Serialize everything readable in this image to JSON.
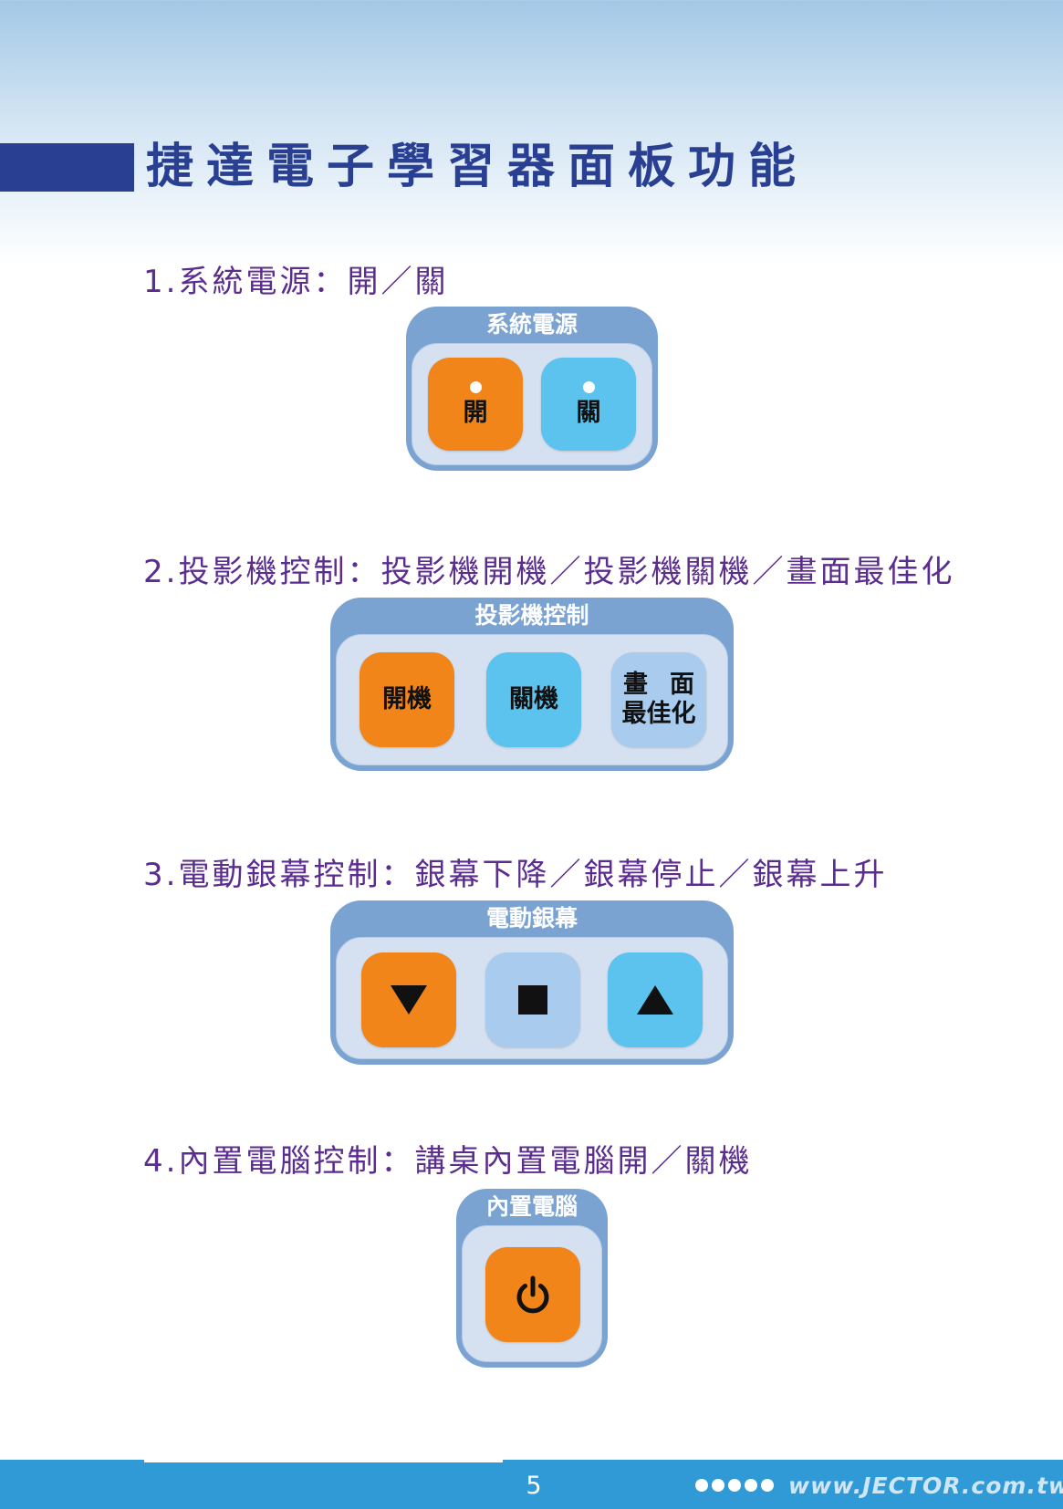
{
  "title": "捷達電子學習器面板功能",
  "sections": [
    {
      "heading": "1.系統電源：開／關",
      "panel_label": "系統電源",
      "buttons": [
        {
          "label": "開",
          "color": "#f18519"
        },
        {
          "label": "關",
          "color": "#5cc2ee"
        }
      ]
    },
    {
      "heading": "2.投影機控制：投影機開機／投影機關機／畫面最佳化",
      "panel_label": "投影機控制",
      "buttons": [
        {
          "label": "開機",
          "color": "#f18519"
        },
        {
          "label": "關機",
          "color": "#5cc2ee"
        },
        {
          "label_line1": "畫面",
          "label_line2": "最佳化",
          "color": "#a9cbed"
        }
      ]
    },
    {
      "heading": "3.電動銀幕控制：銀幕下降／銀幕停止／銀幕上升",
      "panel_label": "電動銀幕",
      "buttons": [
        {
          "icon": "down-triangle-icon",
          "color": "#f18519"
        },
        {
          "icon": "stop-square-icon",
          "color": "#a9cbed"
        },
        {
          "icon": "up-triangle-icon",
          "color": "#5cc2ee"
        }
      ]
    },
    {
      "heading": "4.內置電腦控制：講桌內置電腦開／關機",
      "panel_label": "內置電腦",
      "buttons": [
        {
          "icon": "power-icon",
          "color": "#f18519"
        }
      ]
    }
  ],
  "footer": {
    "page_number": "5",
    "website": "www.JECTOR.com.tw"
  },
  "colors": {
    "title": "#283f92",
    "heading": "#5b2d8e",
    "panel_frame": "#7ba3d2",
    "panel_inner": "#d5e1f1",
    "footer": "#2f9ad5"
  }
}
